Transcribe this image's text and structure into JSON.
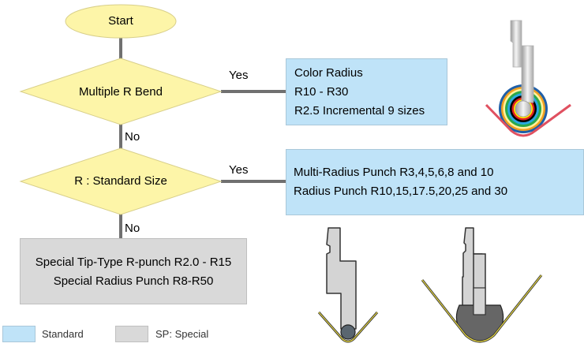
{
  "flowchart": {
    "start": {
      "label": "Start"
    },
    "decision1": {
      "label": "Multiple R Bend",
      "yes_label": "Yes",
      "no_label": "No"
    },
    "decision2": {
      "label": "R : Standard Size",
      "yes_label": "Yes",
      "no_label": "No"
    },
    "result_color_radius": {
      "lines": [
        "Color Radius",
        "R10 - R30",
        "R2.5 Incremental 9 sizes"
      ],
      "category": "standard"
    },
    "result_standard": {
      "lines": [
        "Multi-Radius Punch R3,4,5,6,8 and 10",
        "Radius Punch R10,15,17.5,20,25 and 30"
      ],
      "category": "standard"
    },
    "result_special": {
      "lines": [
        "Special Tip-Type R-punch R2.0 - R15",
        "Special Radius Punch R8-R50"
      ],
      "category": "special"
    }
  },
  "legend": [
    {
      "label": "Standard",
      "color": "#bfe3f8"
    },
    {
      "label": "SP: Special",
      "color": "#d9d9d9"
    }
  ],
  "illustrations": {
    "color_radius_punch": {
      "icon": "color-radius-punch-icon",
      "ring_colors": [
        "#1f5fa8",
        "#f0a020",
        "#fff3a0",
        "#2aa84a",
        "#28a8e0",
        "#000000",
        "#e02020",
        "#ffee00"
      ],
      "sheet_color": "#e05060"
    },
    "tip_type_punch": {
      "icon": "tip-type-r-punch-icon"
    },
    "radius_punch": {
      "icon": "radius-punch-icon"
    }
  },
  "colors": {
    "decision_fill": "#fdf5a8",
    "connector": "#707070",
    "standard": "#bfe3f8",
    "special": "#d9d9d9"
  }
}
